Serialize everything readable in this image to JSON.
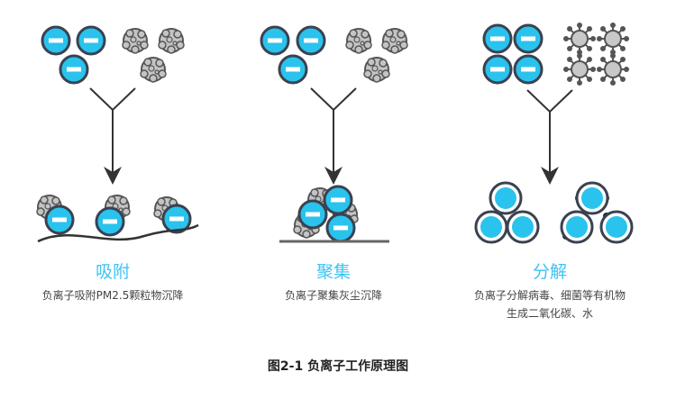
{
  "panels": [
    {
      "title": "吸附",
      "description": "负离子吸附PM2.5颗粒物沉降"
    },
    {
      "title": "聚集",
      "description": "负离子聚集灰尘沉降"
    },
    {
      "title": "分解",
      "description_line1": "负离子分解病毒、细菌等有机物",
      "description_line2": "生成二氧化碳、水"
    }
  ],
  "caption": "图2-1 负离子工作原理图",
  "colors": {
    "ion": "#29c3ee",
    "accent_text": "#3ec3f2",
    "outline": "#3a4250",
    "particle": "#b9b9b9"
  }
}
